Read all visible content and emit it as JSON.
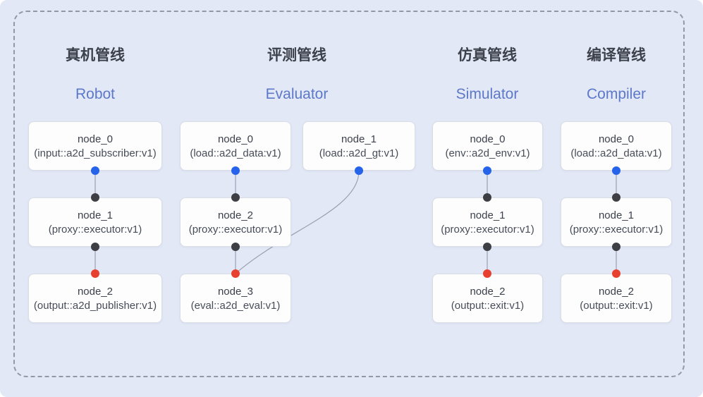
{
  "diagram": {
    "background_color": "#e3e8f6",
    "frame_border_color": "#9199a8",
    "connector_color": "#98a1b3",
    "port_colors": {
      "source_output_port": "#2563eb",
      "proxy_port": "#3d3f44",
      "sink_input_port": "#e8402e"
    }
  },
  "pipelines": [
    {
      "key": "robot",
      "title_zh": "真机管线",
      "title_en": "Robot",
      "nodes": [
        {
          "name": "node_0",
          "type": "(input::a2d_subscriber:v1)"
        },
        {
          "name": "node_1",
          "type": "(proxy::executor:v1)"
        },
        {
          "name": "node_2",
          "type": "(output::a2d_publisher:v1)"
        }
      ]
    },
    {
      "key": "evaluator",
      "title_zh": "评测管线",
      "title_en": "Evaluator",
      "nodes": [
        {
          "name": "node_0",
          "type": "(load::a2d_data:v1)"
        },
        {
          "name": "node_1",
          "type": "(load::a2d_gt:v1)"
        },
        {
          "name": "node_2",
          "type": "(proxy::executor:v1)"
        },
        {
          "name": "node_3",
          "type": "(eval::a2d_eval:v1)"
        }
      ]
    },
    {
      "key": "simulator",
      "title_zh": "仿真管线",
      "title_en": "Simulator",
      "nodes": [
        {
          "name": "node_0",
          "type": "(env::a2d_env:v1)"
        },
        {
          "name": "node_1",
          "type": "(proxy::executor:v1)"
        },
        {
          "name": "node_2",
          "type": "(output::exit:v1)"
        }
      ]
    },
    {
      "key": "compiler",
      "title_zh": "编译管线",
      "title_en": "Compiler",
      "nodes": [
        {
          "name": "node_0",
          "type": "(load::a2d_data:v1)"
        },
        {
          "name": "node_1",
          "type": "(proxy::executor:v1)"
        },
        {
          "name": "node_2",
          "type": "(output::exit:v1)"
        }
      ]
    }
  ]
}
